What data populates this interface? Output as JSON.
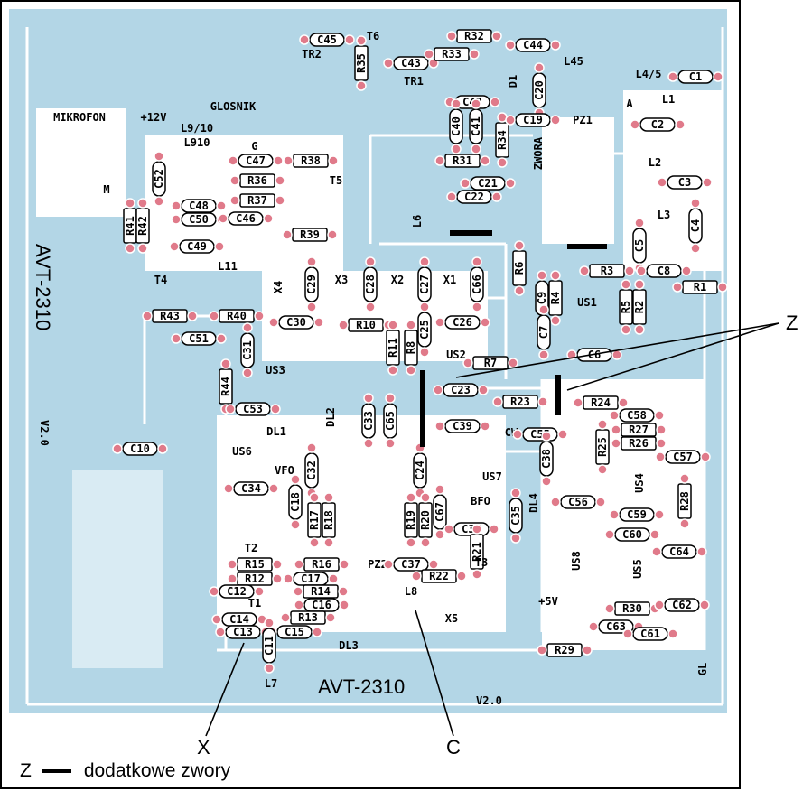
{
  "colors": {
    "copper": "#a6cde0",
    "pad": "#e07a8a",
    "ink": "#000000",
    "paper": "#ffffff"
  },
  "board": {
    "title_vertical": "AVT-2310",
    "title_bottom": "AVT-2310",
    "version": "V2.0"
  },
  "callouts": {
    "z": "Z",
    "x": "X",
    "c": "C"
  },
  "legend": {
    "symbol": "Z",
    "text": "dodatkowe zwory"
  },
  "components": [
    {
      "id": "MIKROFON"
    },
    {
      "id": "+12V"
    },
    {
      "id": "GLOSNIK"
    },
    {
      "id": "TR2"
    },
    {
      "id": "TR1"
    },
    {
      "id": "T6"
    },
    {
      "id": "C45"
    },
    {
      "id": "C43"
    },
    {
      "id": "R35"
    },
    {
      "id": "R32"
    },
    {
      "id": "C44"
    },
    {
      "id": "R33"
    },
    {
      "id": "D1"
    },
    {
      "id": "C20"
    },
    {
      "id": "L45"
    },
    {
      "id": "L4/5"
    },
    {
      "id": "A"
    },
    {
      "id": "C1"
    },
    {
      "id": "L1"
    },
    {
      "id": "C2"
    },
    {
      "id": "L2"
    },
    {
      "id": "C3"
    },
    {
      "id": "L3"
    },
    {
      "id": "C4"
    },
    {
      "id": "L9/10"
    },
    {
      "id": "L910"
    },
    {
      "id": "G"
    },
    {
      "id": "M"
    },
    {
      "id": "C42"
    },
    {
      "id": "C40"
    },
    {
      "id": "C41"
    },
    {
      "id": "R34"
    },
    {
      "id": "C19"
    },
    {
      "id": "PZ1"
    },
    {
      "id": "ZWORA"
    },
    {
      "id": "C47"
    },
    {
      "id": "R38"
    },
    {
      "id": "T5"
    },
    {
      "id": "R31"
    },
    {
      "id": "C21"
    },
    {
      "id": "C22"
    },
    {
      "id": "C52"
    },
    {
      "id": "R36"
    },
    {
      "id": "R37"
    },
    {
      "id": "C48"
    },
    {
      "id": "C50"
    },
    {
      "id": "C46"
    },
    {
      "id": "L6"
    },
    {
      "id": "R41"
    },
    {
      "id": "R42"
    },
    {
      "id": "R39"
    },
    {
      "id": "C5"
    },
    {
      "id": "C49"
    },
    {
      "id": "L11"
    },
    {
      "id": "T4"
    },
    {
      "id": "X4"
    },
    {
      "id": "C29"
    },
    {
      "id": "X3"
    },
    {
      "id": "C28"
    },
    {
      "id": "X2"
    },
    {
      "id": "C27"
    },
    {
      "id": "X1"
    },
    {
      "id": "C66"
    },
    {
      "id": "R6"
    },
    {
      "id": "R3"
    },
    {
      "id": "C8"
    },
    {
      "id": "C9"
    },
    {
      "id": "R4"
    },
    {
      "id": "US1"
    },
    {
      "id": "R5"
    },
    {
      "id": "R2"
    },
    {
      "id": "R1"
    },
    {
      "id": "R43"
    },
    {
      "id": "R40"
    },
    {
      "id": "C30"
    },
    {
      "id": "R10"
    },
    {
      "id": "C25"
    },
    {
      "id": "C26"
    },
    {
      "id": "C7"
    },
    {
      "id": "C6"
    },
    {
      "id": "C51"
    },
    {
      "id": "C31"
    },
    {
      "id": "US3"
    },
    {
      "id": "R11"
    },
    {
      "id": "R8"
    },
    {
      "id": "US2"
    },
    {
      "id": "R7"
    },
    {
      "id": "R44"
    },
    {
      "id": "C23"
    },
    {
      "id": "R23"
    },
    {
      "id": "R24"
    },
    {
      "id": "C53"
    },
    {
      "id": "DL2"
    },
    {
      "id": "C33"
    },
    {
      "id": "C65"
    },
    {
      "id": "C39"
    },
    {
      "id": "CW"
    },
    {
      "id": "C58"
    },
    {
      "id": "R27"
    },
    {
      "id": "R26"
    },
    {
      "id": "C57"
    },
    {
      "id": "DL1"
    },
    {
      "id": "C55"
    },
    {
      "id": "R25"
    },
    {
      "id": "C10"
    },
    {
      "id": "US6"
    },
    {
      "id": "VFO"
    },
    {
      "id": "C32"
    },
    {
      "id": "C24"
    },
    {
      "id": "US7"
    },
    {
      "id": "C38"
    },
    {
      "id": "US4"
    },
    {
      "id": "C34"
    },
    {
      "id": "C18"
    },
    {
      "id": "BFO"
    },
    {
      "id": "C35"
    },
    {
      "id": "DL4"
    },
    {
      "id": "C56"
    },
    {
      "id": "R28"
    },
    {
      "id": "R17"
    },
    {
      "id": "R18"
    },
    {
      "id": "R19"
    },
    {
      "id": "R20"
    },
    {
      "id": "C67"
    },
    {
      "id": "C36"
    },
    {
      "id": "C59"
    },
    {
      "id": "C60"
    },
    {
      "id": "C64"
    },
    {
      "id": "T2"
    },
    {
      "id": "R15"
    },
    {
      "id": "R16"
    },
    {
      "id": "PZ2"
    },
    {
      "id": "C37"
    },
    {
      "id": "R21"
    },
    {
      "id": "US8"
    },
    {
      "id": "US5"
    },
    {
      "id": "R12"
    },
    {
      "id": "C17"
    },
    {
      "id": "R22"
    },
    {
      "id": "T3"
    },
    {
      "id": "C12"
    },
    {
      "id": "R14"
    },
    {
      "id": "L8"
    },
    {
      "id": "T1"
    },
    {
      "id": "C16"
    },
    {
      "id": "+5V"
    },
    {
      "id": "R30"
    },
    {
      "id": "C62"
    },
    {
      "id": "C14"
    },
    {
      "id": "R13"
    },
    {
      "id": "X5"
    },
    {
      "id": "C13"
    },
    {
      "id": "C15"
    },
    {
      "id": "C63"
    },
    {
      "id": "C61"
    },
    {
      "id": "C11"
    },
    {
      "id": "DL3"
    },
    {
      "id": "R29"
    },
    {
      "id": "GL"
    },
    {
      "id": "L7"
    }
  ]
}
